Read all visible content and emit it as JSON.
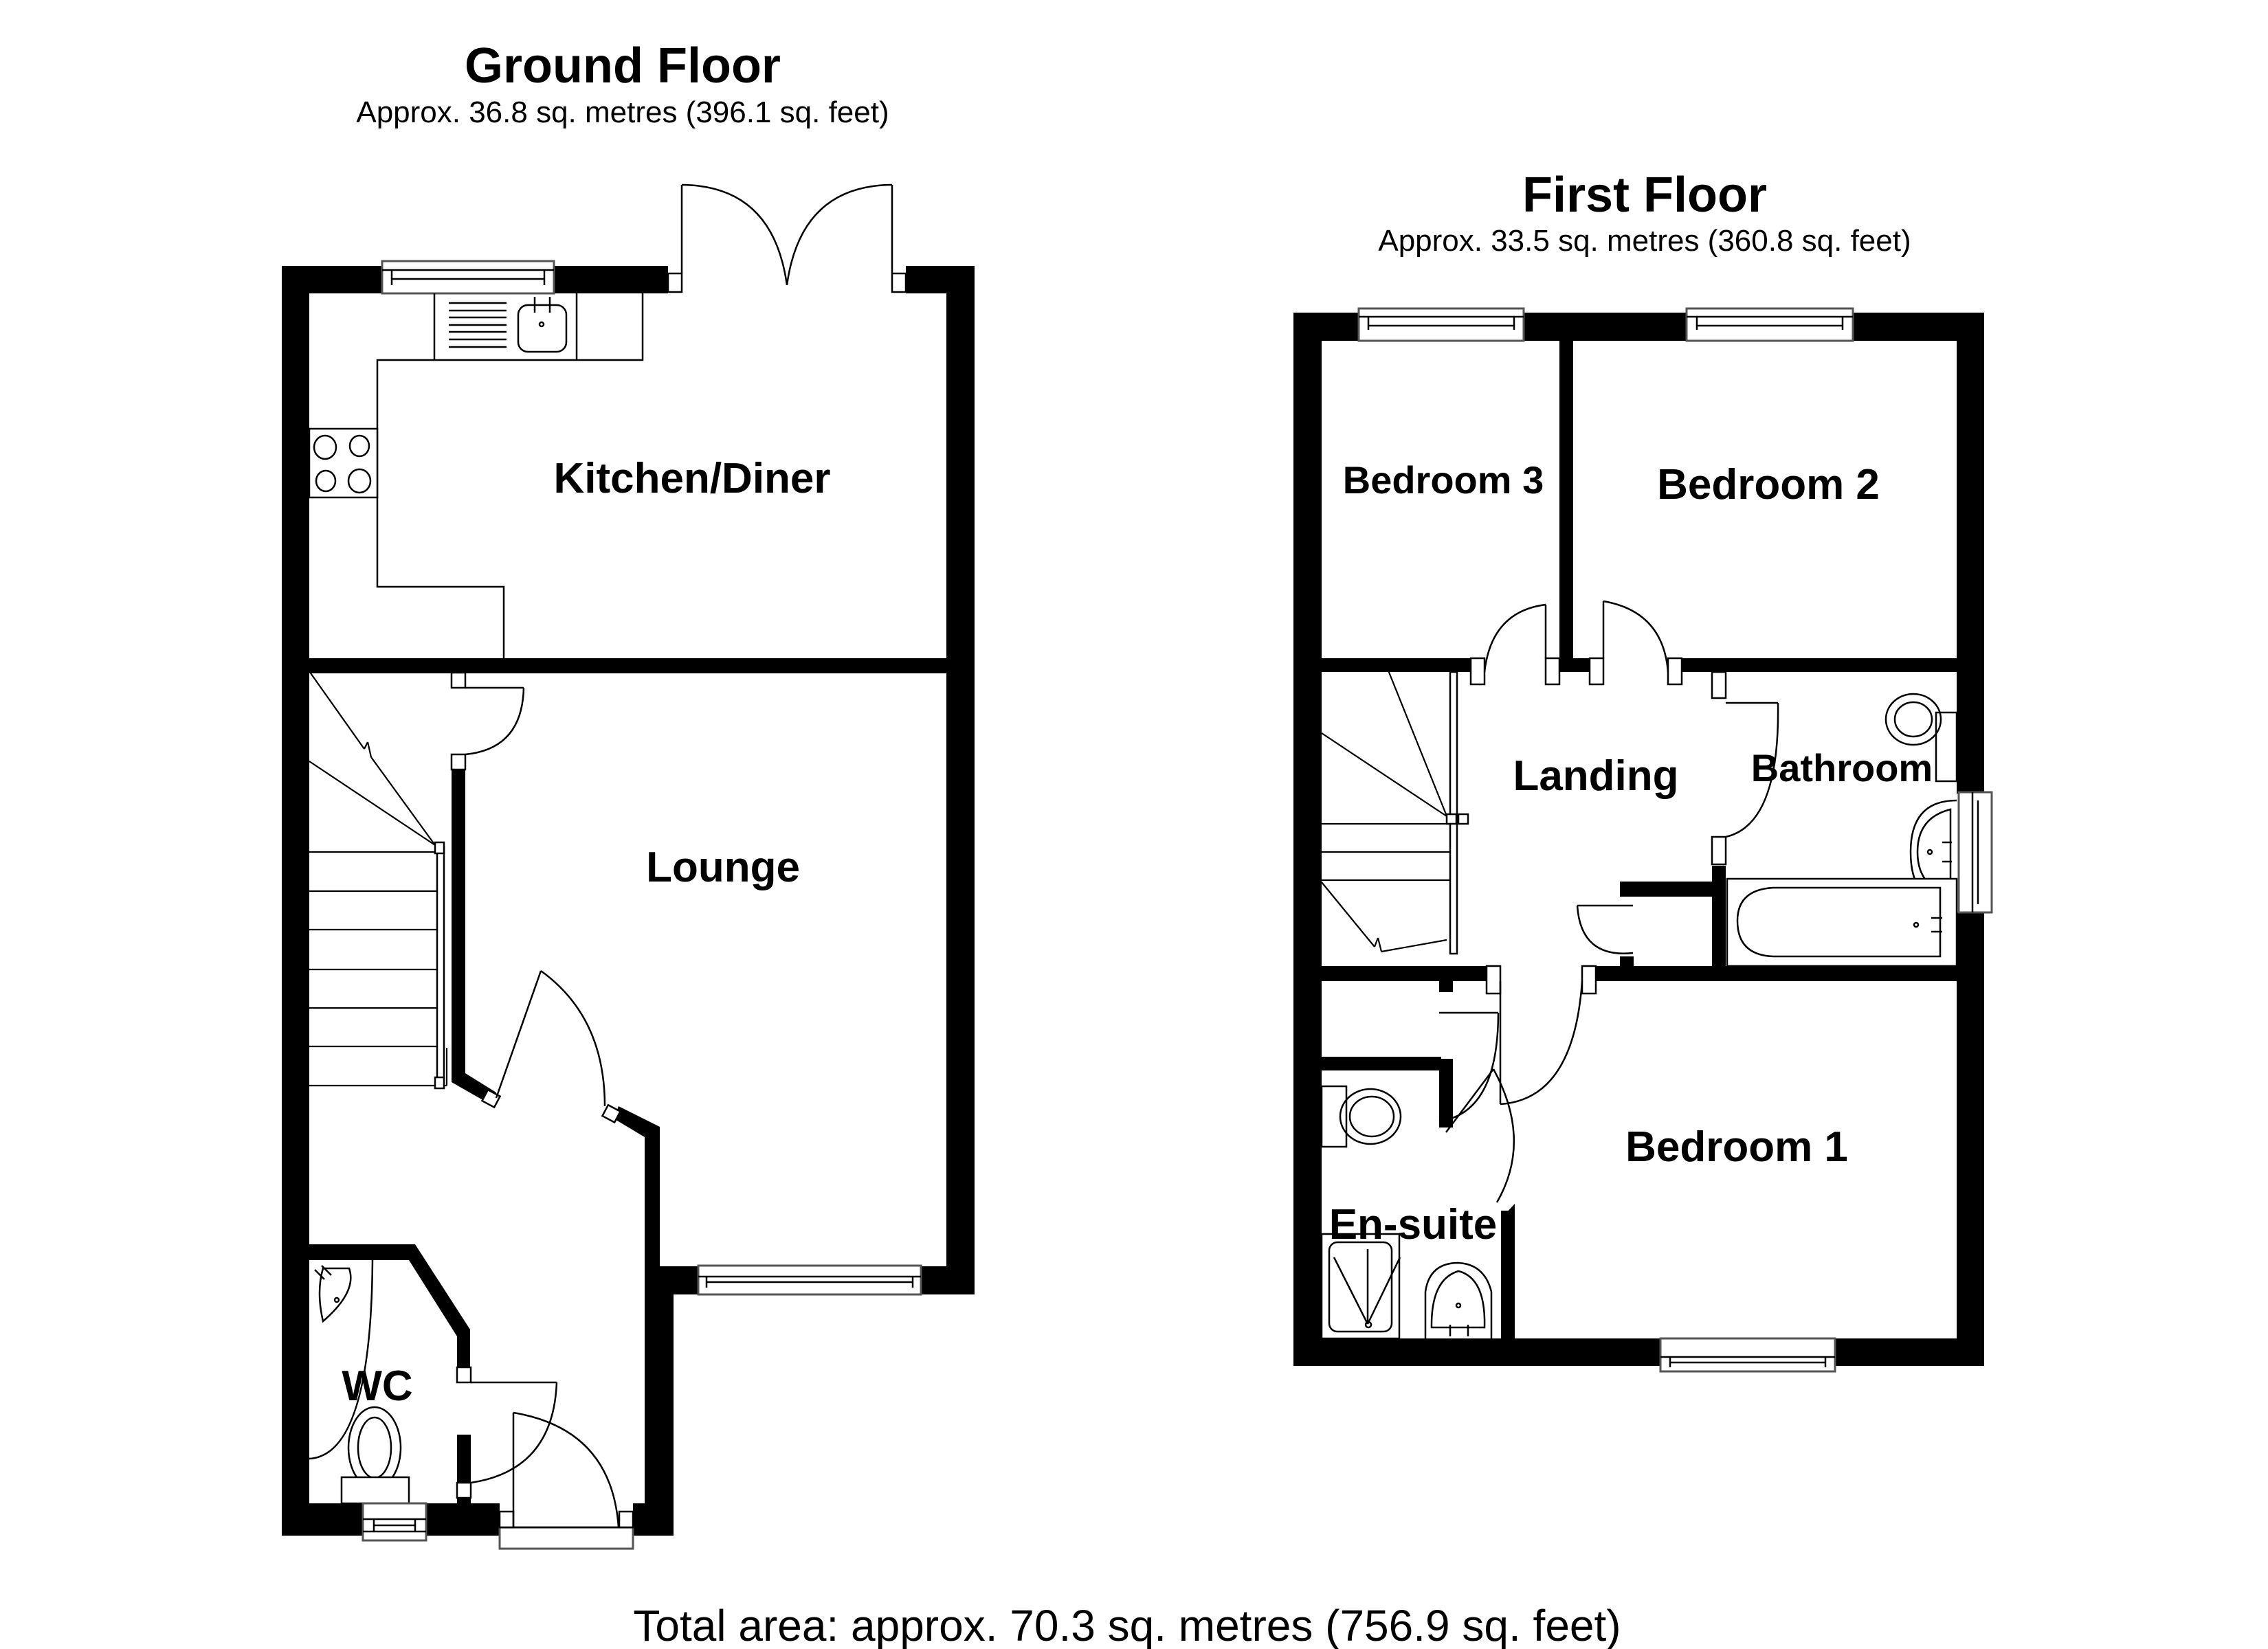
{
  "ground_floor": {
    "title": "Ground Floor",
    "area": "Approx. 36.8 sq. metres (396.1 sq. feet)",
    "rooms": {
      "kitchen_diner": "Kitchen/Diner",
      "lounge": "Lounge",
      "wc": "WC"
    }
  },
  "first_floor": {
    "title": "First Floor",
    "area": "Approx. 33.5 sq. metres (360.8 sq. feet)",
    "rooms": {
      "bedroom_3": "Bedroom 3",
      "bedroom_2": "Bedroom 2",
      "landing": "Landing",
      "bathroom": "Bathroom",
      "bedroom_1": "Bedroom 1",
      "en_suite": "En-suite"
    }
  },
  "footer": {
    "total_area": "Total area: approx. 70.3 sq. metres (756.9 sq. feet)"
  },
  "colors": {
    "wall": "#000000",
    "background": "#ffffff",
    "fixture_line": "#000000"
  }
}
